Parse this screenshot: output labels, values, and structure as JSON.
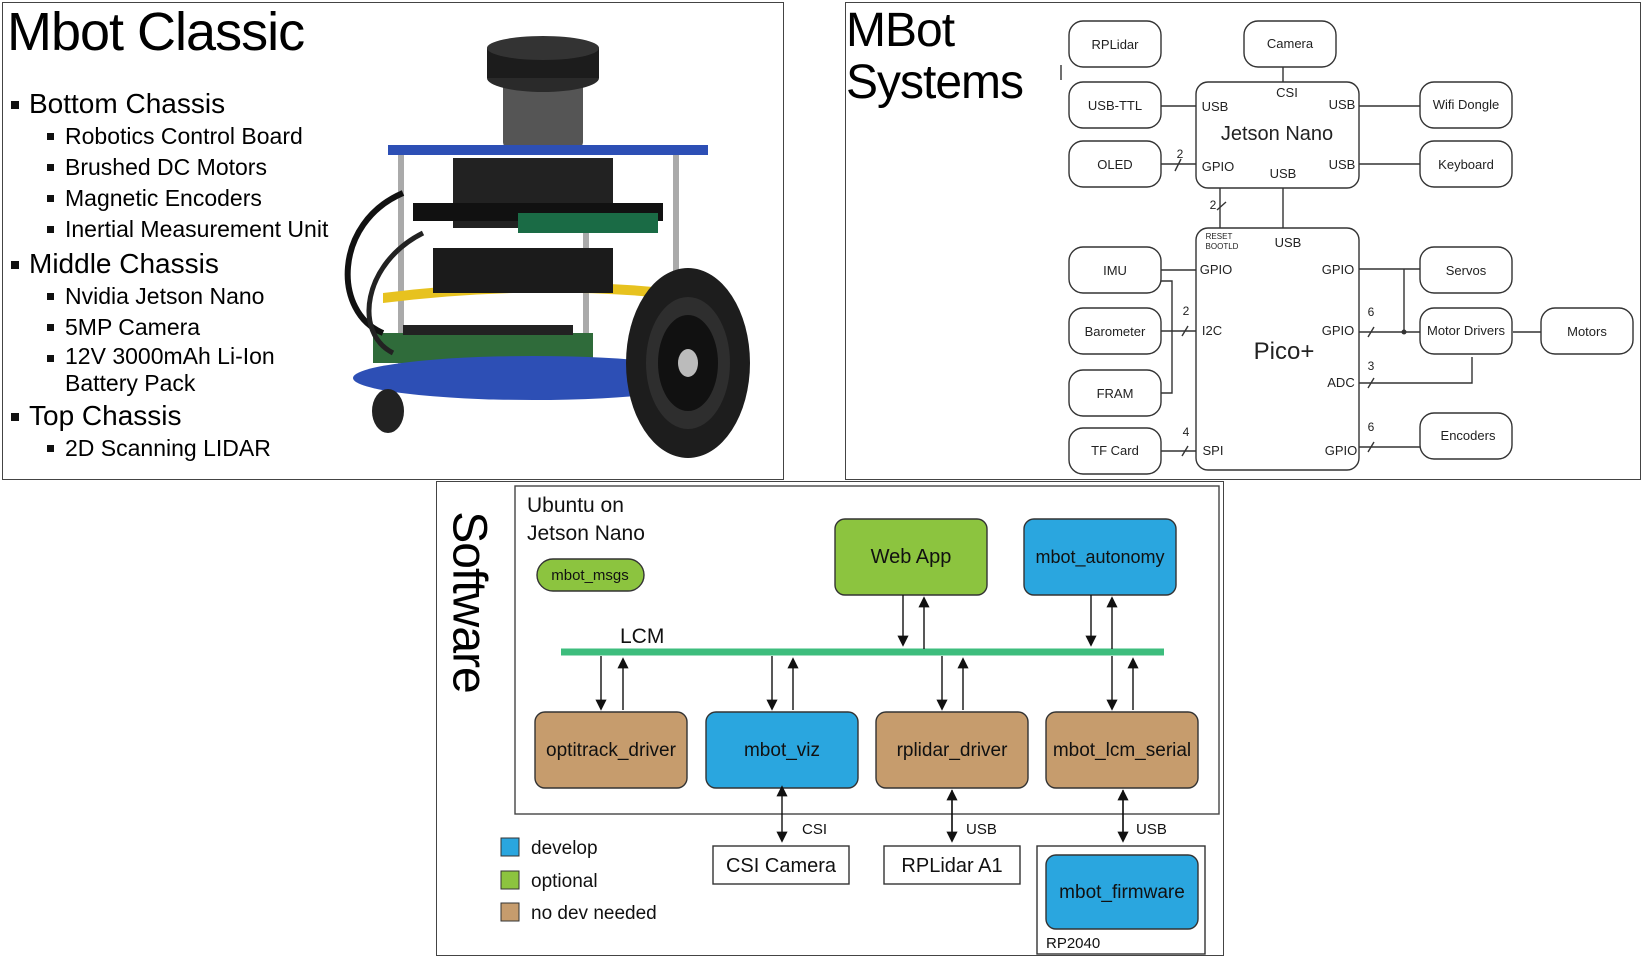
{
  "classic": {
    "title": "Mbot Classic",
    "sections": [
      {
        "label": "Bottom Chassis",
        "items": [
          "Robotics Control Board",
          "Brushed DC Motors",
          "Magnetic Encoders",
          "Inertial Measurement Unit"
        ]
      },
      {
        "label": "Middle Chassis",
        "items": [
          "Nvidia Jetson Nano",
          "5MP Camera",
          "12V 3000mAh Li-Ion Battery Pack"
        ]
      },
      {
        "label": "Top Chassis",
        "items": [
          "2D Scanning LIDAR"
        ]
      }
    ]
  },
  "systems": {
    "title_line1": "MBot",
    "title_line2": "Systems",
    "boxes": {
      "rplidar": "RPLidar",
      "camera": "Camera",
      "usb_ttl": "USB-TTL",
      "oled": "OLED",
      "wifi": "Wifi Dongle",
      "keyboard": "Keyboard",
      "imu": "IMU",
      "barometer": "Barometer",
      "fram": "FRAM",
      "tfcard": "TF Card",
      "servos": "Servos",
      "motor_drivers": "Motor Drivers",
      "motors": "Motors",
      "encoders": "Encoders"
    },
    "jetson": {
      "name": "Jetson Nano",
      "csi": "CSI",
      "usb_tl": "USB",
      "usb_tr": "USB",
      "gpio": "GPIO",
      "usb_r": "USB",
      "usb_b": "USB"
    },
    "pico": {
      "name": "Pico+",
      "reset": "RESET",
      "bootld": "BOOTLD",
      "usb": "USB",
      "gpio_l": "GPIO",
      "i2c": "I2C",
      "spi": "SPI",
      "gpio_r1": "GPIO",
      "gpio_r2": "GPIO",
      "adc": "ADC",
      "gpio_r3": "GPIO"
    },
    "bus_counts": {
      "oled": "2",
      "jetson_pico": "2",
      "i2c": "2",
      "spi": "4",
      "motor": "6",
      "adc": "3",
      "enc": "6"
    }
  },
  "software": {
    "title": "Software",
    "os_line1": "Ubuntu on",
    "os_line2": "Jetson Nano",
    "msgs": "mbot_msgs",
    "bus": "LCM",
    "nodes": {
      "webapp": "Web App",
      "autonomy": "mbot_autonomy",
      "optitrack": "optitrack_driver",
      "viz": "mbot_viz",
      "rplidar_driver": "rplidar_driver",
      "lcm_serial": "mbot_lcm_serial",
      "firmware": "mbot_firmware"
    },
    "hardware": {
      "csi_cam": "CSI Camera",
      "rplidar": "RPLidar A1",
      "rp2040": "RP2040"
    },
    "links": {
      "csi": "CSI",
      "usb1": "USB",
      "usb2": "USB"
    },
    "legend": [
      "develop",
      "optional",
      "no dev needed"
    ],
    "colors": {
      "develop": "#2aa6df",
      "optional": "#8cc43f",
      "nodev": "#c69c6d",
      "lcm": "#3dbd7d"
    }
  }
}
